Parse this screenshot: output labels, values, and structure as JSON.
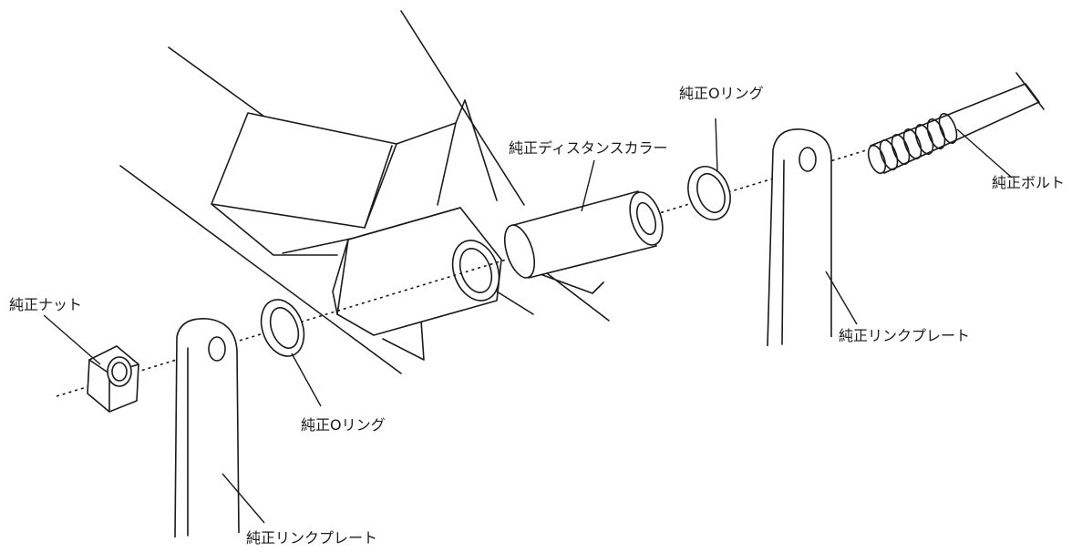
{
  "labels": {
    "nut": "純正ナット",
    "o_ring_left": "純正Oリング",
    "link_plate_left": "純正リンクプレート",
    "distance_collar": "純正ディスタンスカラー",
    "o_ring_right": "純正Oリング",
    "link_plate_right": "純正リンクプレート",
    "bolt": "純正ボルト"
  },
  "colors": {
    "line": "#1a1a1a",
    "background": "#ffffff"
  }
}
